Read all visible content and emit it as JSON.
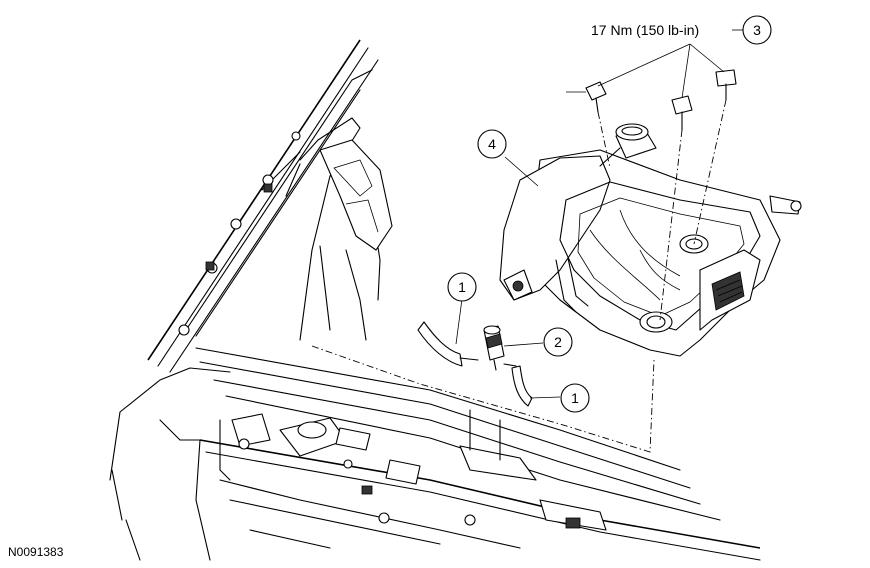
{
  "diagram": {
    "figure_id": "N0091383",
    "torque_label": "17 Nm (150 lb-in)",
    "callouts": {
      "c1a": "1",
      "c1b": "1",
      "c2": "2",
      "c3": "3",
      "c4": "4"
    }
  }
}
